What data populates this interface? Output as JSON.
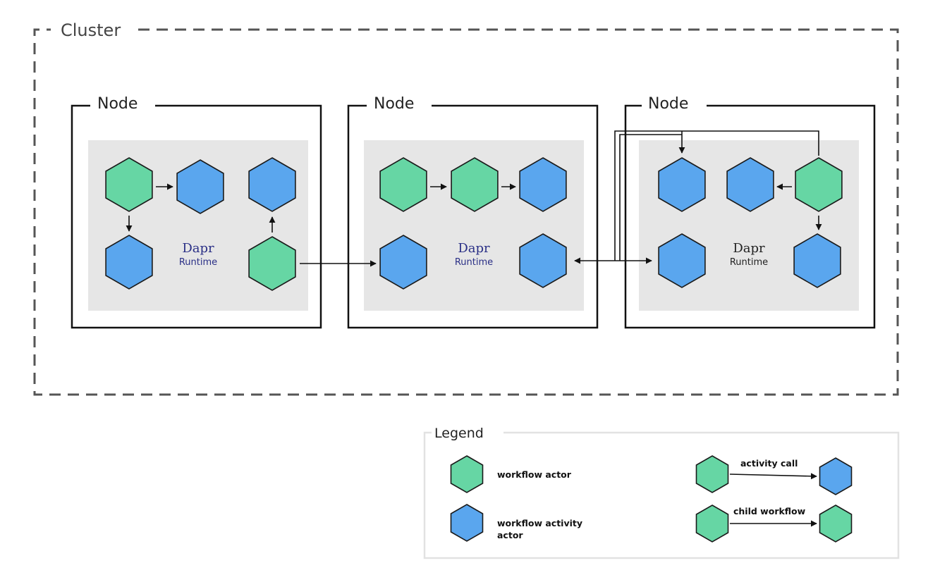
{
  "cluster": {
    "label": "Cluster"
  },
  "nodes": [
    {
      "label": "Node",
      "runtime_title": "Dapr",
      "runtime_subtitle": "Runtime"
    },
    {
      "label": "Node",
      "runtime_title": "Dapr",
      "runtime_subtitle": "Runtime"
    },
    {
      "label": "Node",
      "runtime_title": "Dapr",
      "runtime_subtitle": "Runtime"
    }
  ],
  "legend": {
    "title": "Legend",
    "workflow_actor": "workflow actor",
    "workflow_activity_actor_line1": "workflow activity",
    "workflow_activity_actor_line2": "actor",
    "activity_call": "activity call",
    "child_workflow": "child workflow"
  },
  "colors": {
    "workflow_actor": "#66d6a4",
    "activity_actor": "#5aa6ee",
    "runtime_bg": "#e6e6e6",
    "stroke": "#1a1a1a",
    "dapr_text_blue": "#2a2f86",
    "dapr_text_dark": "#222222"
  }
}
